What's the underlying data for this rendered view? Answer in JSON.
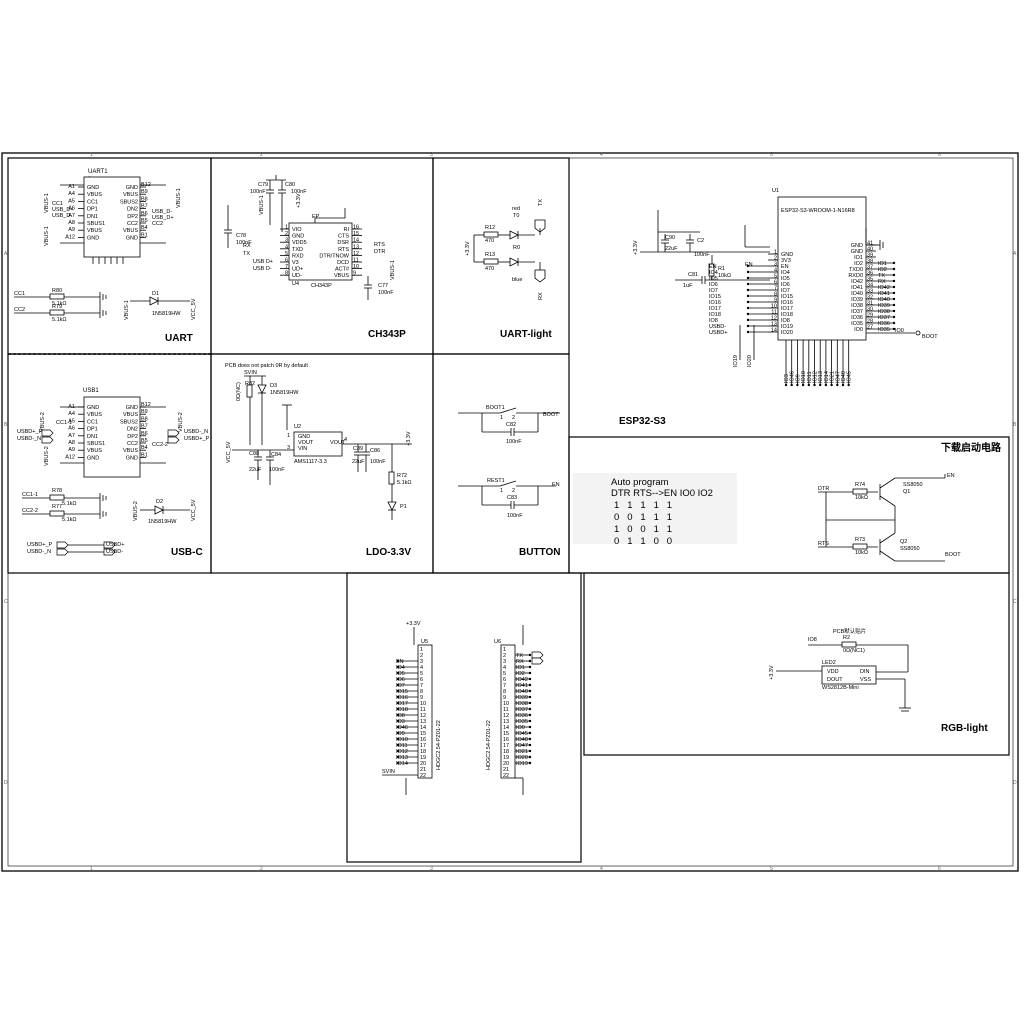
{
  "frame": {
    "col_refs": [
      "1",
      "2",
      "3",
      "4",
      "5",
      "6"
    ],
    "row_refs": [
      "A",
      "B",
      "C",
      "D"
    ]
  },
  "blocks": {
    "uart": {
      "title": "UART",
      "ref": "UART1",
      "left_pins": [
        {
          "num": "A1",
          "name": "GND"
        },
        {
          "num": "A4",
          "name": "VBUS"
        },
        {
          "num": "A5",
          "name": "CC1"
        },
        {
          "num": "A6",
          "name": "DP1"
        },
        {
          "num": "A7",
          "name": "DN1"
        },
        {
          "num": "A8",
          "name": "SBUS1"
        },
        {
          "num": "A9",
          "name": "VBUS"
        },
        {
          "num": "A12",
          "name": "GND"
        }
      ],
      "right_pins": [
        {
          "num": "B12",
          "name": "GND"
        },
        {
          "num": "B9",
          "name": "VBUS"
        },
        {
          "num": "B8",
          "name": "SBUS2"
        },
        {
          "num": "B7",
          "name": "DN2"
        },
        {
          "num": "B6",
          "name": "DP2"
        },
        {
          "num": "B5",
          "name": "CC2"
        },
        {
          "num": "B4",
          "name": "VBUS"
        },
        {
          "num": "B1",
          "name": "GND"
        }
      ],
      "left_nets": [
        "CC1",
        "USB_D+",
        "USB_D-"
      ],
      "right_nets": [
        "USB_D-",
        "USB_D+",
        "CC2"
      ],
      "vbus_labels": [
        "VBUS-1",
        "VBUS-1",
        "VBUS-1"
      ],
      "cc_nets": [
        "CC1",
        "CC2"
      ],
      "resistors": [
        {
          "ref": "R80",
          "value": "5.1kΩ"
        },
        {
          "ref": "R79",
          "value": "5.1kΩ"
        }
      ],
      "diode": {
        "ref": "D1",
        "part": "1N5819HW"
      },
      "vcc": "VCC_5V"
    },
    "ch343p": {
      "title": "CH343P",
      "ref": "U4",
      "part": "CH343P",
      "caps": [
        {
          "ref": "C79",
          "value": "100nF"
        },
        {
          "ref": "C80",
          "value": "100nF"
        },
        {
          "ref": "C78",
          "value": "100nF"
        },
        {
          "ref": "C77",
          "value": "100nF"
        }
      ],
      "left_pins": [
        {
          "num": "1",
          "name": "VIO"
        },
        {
          "num": "2",
          "name": "GND"
        },
        {
          "num": "3",
          "name": "VDD5"
        },
        {
          "num": "4",
          "name": "TXD"
        },
        {
          "num": "5",
          "name": "RXD"
        },
        {
          "num": "6",
          "name": "V3"
        },
        {
          "num": "7",
          "name": "UD+"
        },
        {
          "num": "8",
          "name": "UD-"
        }
      ],
      "right_pins": [
        {
          "num": "16",
          "name": "RI"
        },
        {
          "num": "15",
          "name": "CTS"
        },
        {
          "num": "14",
          "name": "DSR"
        },
        {
          "num": "13",
          "name": "RTS"
        },
        {
          "num": "12",
          "name": "DTR/TNOW"
        },
        {
          "num": "11",
          "name": "DCD"
        },
        {
          "num": "10",
          "name": "ACT#"
        },
        {
          "num": "9",
          "name": "VBUS"
        }
      ],
      "ep": "EP",
      "nets_left": [
        "RX",
        "TX",
        "USB D+",
        "USB D-"
      ],
      "nets_right": [
        "RTS",
        "DTR"
      ],
      "vbus": "VBUS-1",
      "vdd": "+3.3V"
    },
    "uart_light": {
      "title": "UART-light",
      "rails": [
        "+3.3V"
      ],
      "resistors": [
        {
          "ref": "R12",
          "value": "470"
        },
        {
          "ref": "R13",
          "value": "470"
        }
      ],
      "leds": [
        {
          "ref": "T0",
          "color": "red"
        },
        {
          "ref": "R0",
          "color": "blue"
        }
      ],
      "nets": [
        "TX",
        "RX"
      ]
    },
    "esp32": {
      "title": "ESP32-S3",
      "ref": "U1",
      "part": "ESP32-S3-WROOM-1-N16R8",
      "rail": "+3.3V",
      "caps": [
        {
          "ref": "C90",
          "value": "22uF"
        },
        {
          "ref": "C2",
          "value": "100nF"
        },
        {
          "ref": "C81",
          "value": "1uF"
        }
      ],
      "r1": {
        "ref": "R1",
        "value": "10kΩ"
      },
      "en": "EN",
      "left_pins": [
        {
          "num": "1",
          "name": "GND"
        },
        {
          "num": "2",
          "name": "3V3"
        },
        {
          "num": "3",
          "name": "EN"
        },
        {
          "num": "4",
          "name": "IO4"
        },
        {
          "num": "5",
          "name": "IO5"
        },
        {
          "num": "6",
          "name": "IO6"
        },
        {
          "num": "7",
          "name": "IO7"
        },
        {
          "num": "8",
          "name": "IO15"
        },
        {
          "num": "9",
          "name": "IO16"
        },
        {
          "num": "10",
          "name": "IO17"
        },
        {
          "num": "11",
          "name": "IO18"
        },
        {
          "num": "12",
          "name": "IO8"
        },
        {
          "num": "13",
          "name": "IO19"
        },
        {
          "num": "14",
          "name": "IO20"
        }
      ],
      "left_nets": [
        "EN",
        "IO4",
        "IO5",
        "IO6",
        "IO7",
        "IO15",
        "IO16",
        "IO17",
        "IO18",
        "IO8",
        "USBD-",
        "USBD+"
      ],
      "right_pins": [
        {
          "num": "41",
          "name": "GND"
        },
        {
          "num": "40",
          "name": "GND"
        },
        {
          "num": "39",
          "name": "IO1"
        },
        {
          "num": "38",
          "name": "IO2"
        },
        {
          "num": "37",
          "name": "TXD0"
        },
        {
          "num": "36",
          "name": "RXD0"
        },
        {
          "num": "35",
          "name": "IO42"
        },
        {
          "num": "34",
          "name": "IO41"
        },
        {
          "num": "33",
          "name": "IO40"
        },
        {
          "num": "32",
          "name": "IO39"
        },
        {
          "num": "31",
          "name": "IO38"
        },
        {
          "num": "30",
          "name": "IO37"
        },
        {
          "num": "29",
          "name": "IO36"
        },
        {
          "num": "28",
          "name": "IO35"
        },
        {
          "num": "27",
          "name": "IO0"
        }
      ],
      "right_nets": [
        "IO1",
        "IO2",
        "TX",
        "RX",
        "IO42",
        "IO41",
        "IO40",
        "IO39",
        "IO38",
        "IO37",
        "IO36",
        "IO35"
      ],
      "boot": "BOOT",
      "io0": "IO0",
      "bottom_pins": [
        "IO3",
        "IO46",
        "IO9",
        "IO10",
        "IO11",
        "IO12",
        "IO13",
        "IO14",
        "IO21",
        "IO47",
        "IO48",
        "IO45"
      ],
      "io19": "IO19",
      "io20": "IO20"
    },
    "usbc": {
      "title": "USB-C",
      "ref": "USB1",
      "left_pins": [
        {
          "num": "A1",
          "name": "GND"
        },
        {
          "num": "A4",
          "name": "VBUS"
        },
        {
          "num": "A5",
          "name": "CC1"
        },
        {
          "num": "A6",
          "name": "DP1"
        },
        {
          "num": "A7",
          "name": "DN1"
        },
        {
          "num": "A8",
          "name": "SBUS1"
        },
        {
          "num": "A9",
          "name": "VBUS"
        },
        {
          "num": "A12",
          "name": "GND"
        }
      ],
      "right_pins": [
        {
          "num": "B12",
          "name": "GND"
        },
        {
          "num": "B9",
          "name": "VBUS"
        },
        {
          "num": "B8",
          "name": "SBUS2"
        },
        {
          "num": "B7",
          "name": "DN2"
        },
        {
          "num": "B6",
          "name": "DP2"
        },
        {
          "num": "B5",
          "name": "CC2"
        },
        {
          "num": "B4",
          "name": "VBUS"
        },
        {
          "num": "B1",
          "name": "GND"
        }
      ],
      "left_nets": [
        "CC1-1",
        "USBD+_P",
        "USBD-_N"
      ],
      "right_nets": [
        "USBD-_N",
        "USBD+_P",
        "CC2-2"
      ],
      "vbus_labels": [
        "VBUS-2",
        "VBUS-2",
        "VBUS-2"
      ],
      "cc_nets": [
        "CC1-1",
        "CC2-2"
      ],
      "resistors": [
        {
          "ref": "R78",
          "value": "5.1kΩ"
        },
        {
          "ref": "R77",
          "value": "5.1kΩ"
        }
      ],
      "diode": {
        "ref": "D2",
        "part": "1N5819HW"
      },
      "vcc": "VCC_5V",
      "bridge_left": [
        "USBD+_P",
        "USBD-_N"
      ],
      "bridge_right": [
        "USBD+",
        "USBD-"
      ]
    },
    "ldo": {
      "title": "LDO-3.3V",
      "note": "PCB does not patch 0R by default",
      "ref": "U2",
      "part": "AMS1117-3.3",
      "pins": [
        "GND",
        "VOUT",
        "VIN",
        "VOUT"
      ],
      "pin_nums": [
        "1",
        "2",
        "3",
        "4"
      ],
      "r82": {
        "ref": "R82",
        "value": "0Ω(NC)"
      },
      "d3": {
        "ref": "D3",
        "part": "1N5819HW"
      },
      "svin": "SVIN",
      "caps": [
        {
          "ref": "C88",
          "value": "22uF"
        },
        {
          "ref": "C84",
          "value": "100nF"
        },
        {
          "ref": "C89",
          "value": "22uF"
        },
        {
          "ref": "C86",
          "value": "100nF"
        }
      ],
      "r72": {
        "ref": "R72",
        "value": "5.1kΩ"
      },
      "p1": "P1",
      "vcc": "VCC_5V",
      "out": "+3.3V"
    },
    "button": {
      "title": "BUTTON",
      "boot_sw": "BOOT1",
      "rest_sw": "REST1",
      "boot_cap": {
        "ref": "C82",
        "value": "100nF"
      },
      "rest_cap": {
        "ref": "C83",
        "value": "100nF"
      },
      "nets": [
        "BOOT",
        "EN"
      ]
    },
    "auto": {
      "title": "下载启动电路",
      "table_title": "Auto program",
      "table_header": "DTR RTS-->EN IO0 IO2",
      "table_rows": [
        "1   1   1   1   1",
        "0   0   1   1   1",
        "1   0   0   1   1",
        "0   1   1   0   0"
      ],
      "r74": {
        "ref": "R74",
        "value": "10kΩ"
      },
      "r73": {
        "ref": "R73",
        "value": "10kΩ"
      },
      "q1": {
        "ref": "Q1",
        "part": "SS8050"
      },
      "q2": {
        "ref": "Q2",
        "part": "SS8050"
      },
      "nets": [
        "DTR",
        "RTS",
        "EN",
        "BOOT"
      ]
    },
    "headers": {
      "rail": "+3.3V",
      "u5": {
        "ref": "U5",
        "part": "HDGC2.54-PZ01-22"
      },
      "u6": {
        "ref": "U6",
        "part": "HDGC2.54-PZ01-22"
      },
      "left_nets": [
        "EN",
        "IO4",
        "IO5",
        "IO6",
        "IO7",
        "IO15",
        "IO16",
        "IO17",
        "IO18",
        "IO8",
        "IO3",
        "IO46",
        "IO9",
        "IO10",
        "IO11",
        "IO12",
        "IO13",
        "IO14"
      ],
      "right_nets": [
        "TX",
        "RX",
        "IO1",
        "IO2",
        "IO42",
        "IO41",
        "IO40",
        "IO39",
        "IO38",
        "IO37",
        "IO36",
        "IO35",
        "IO0",
        "IO45",
        "IO48",
        "IO47",
        "IO21",
        "IO20",
        "IO19"
      ],
      "svin": "SVIN",
      "pin_numbers": [
        "1",
        "2",
        "3",
        "4",
        "5",
        "6",
        "7",
        "8",
        "9",
        "10",
        "11",
        "12",
        "13",
        "14",
        "15",
        "16",
        "17",
        "18",
        "19",
        "20",
        "21",
        "22"
      ]
    },
    "rgb": {
      "title": "RGB-light",
      "note": "PCB默认贴片",
      "r2": {
        "ref": "R2",
        "value": "0Ω(NC1)"
      },
      "led": {
        "ref": "LED2",
        "part": "WS2812B-Mini"
      },
      "pins": [
        "VDD",
        "DOUT",
        "DIN",
        "VSS"
      ],
      "net": "IO8",
      "rail": "+3.3V"
    }
  }
}
